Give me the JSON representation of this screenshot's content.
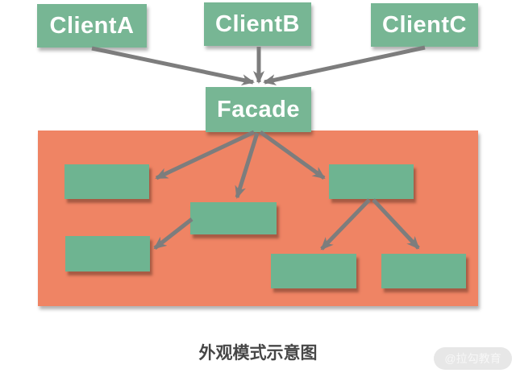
{
  "diagram": {
    "caption": "外观模式示意图",
    "watermark": "@拉勾教育",
    "nodes": {
      "client_a": "ClientA",
      "client_b": "ClientB",
      "client_c": "ClientC",
      "facade": "Facade"
    },
    "subsystem": {
      "description": "orange panel containing six unlabeled green subsystem boxes",
      "box_count": 6
    },
    "edges": [
      {
        "from": "ClientA",
        "to": "Facade"
      },
      {
        "from": "ClientB",
        "to": "Facade"
      },
      {
        "from": "ClientC",
        "to": "Facade"
      },
      {
        "from": "Facade",
        "to": "subsystem-box-1"
      },
      {
        "from": "Facade",
        "to": "subsystem-box-2"
      },
      {
        "from": "Facade",
        "to": "subsystem-box-4"
      },
      {
        "from": "subsystem-box-2",
        "to": "subsystem-box-3"
      },
      {
        "from": "subsystem-box-4",
        "to": "subsystem-box-5"
      },
      {
        "from": "subsystem-box-4",
        "to": "subsystem-box-6"
      }
    ],
    "colors": {
      "node_green": "#77b694",
      "subsystem_box_green": "#6eb491",
      "subsystem_orange": "#ef8464",
      "arrow_gray": "#7d7d7d",
      "caption_gray": "#464646",
      "watermark_bg": "#e7e7e7",
      "background": "#ffffff"
    }
  }
}
